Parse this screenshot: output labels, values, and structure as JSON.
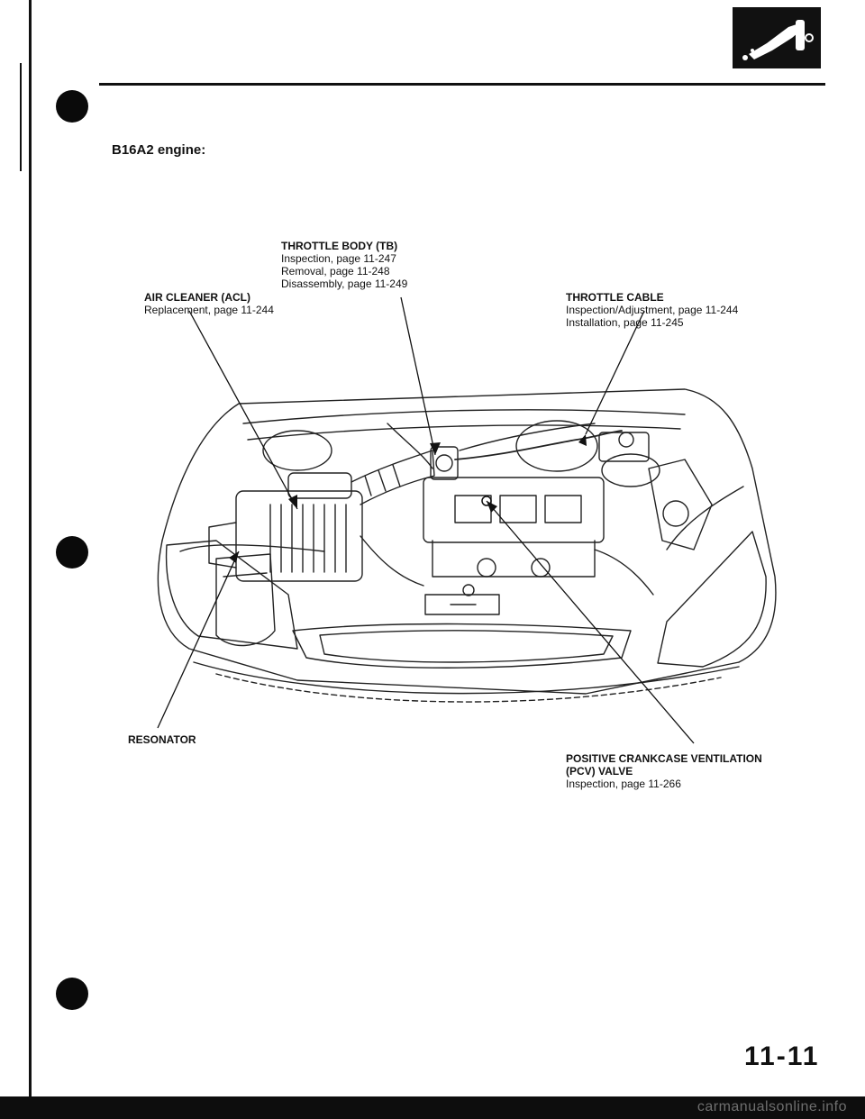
{
  "header": {
    "section_icon": "fuel-nozzle-icon"
  },
  "title": "B16A2 engine:",
  "callouts": {
    "throttle_body": {
      "heading": "THROTTLE BODY (TB)",
      "lines": [
        "Inspection, page 11-247",
        "Removal, page 11-248",
        "Disassembly, page 11-249"
      ]
    },
    "air_cleaner": {
      "heading": "AIR CLEANER (ACL)",
      "lines": [
        "Replacement, page 11-244"
      ]
    },
    "throttle_cable": {
      "heading": "THROTTLE CABLE",
      "lines": [
        "Inspection/Adjustment, page 11-244",
        "Installation, page 11-245"
      ]
    },
    "resonator": {
      "heading": "RESONATOR",
      "lines": []
    },
    "pcv_valve": {
      "heading": "POSITIVE CRANKCASE VENTILATION (PCV) VALVE",
      "lines": [
        "Inspection, page 11-266"
      ]
    }
  },
  "page_number": "11-11",
  "footer": {
    "watermark": "carmanualsonline.info"
  }
}
